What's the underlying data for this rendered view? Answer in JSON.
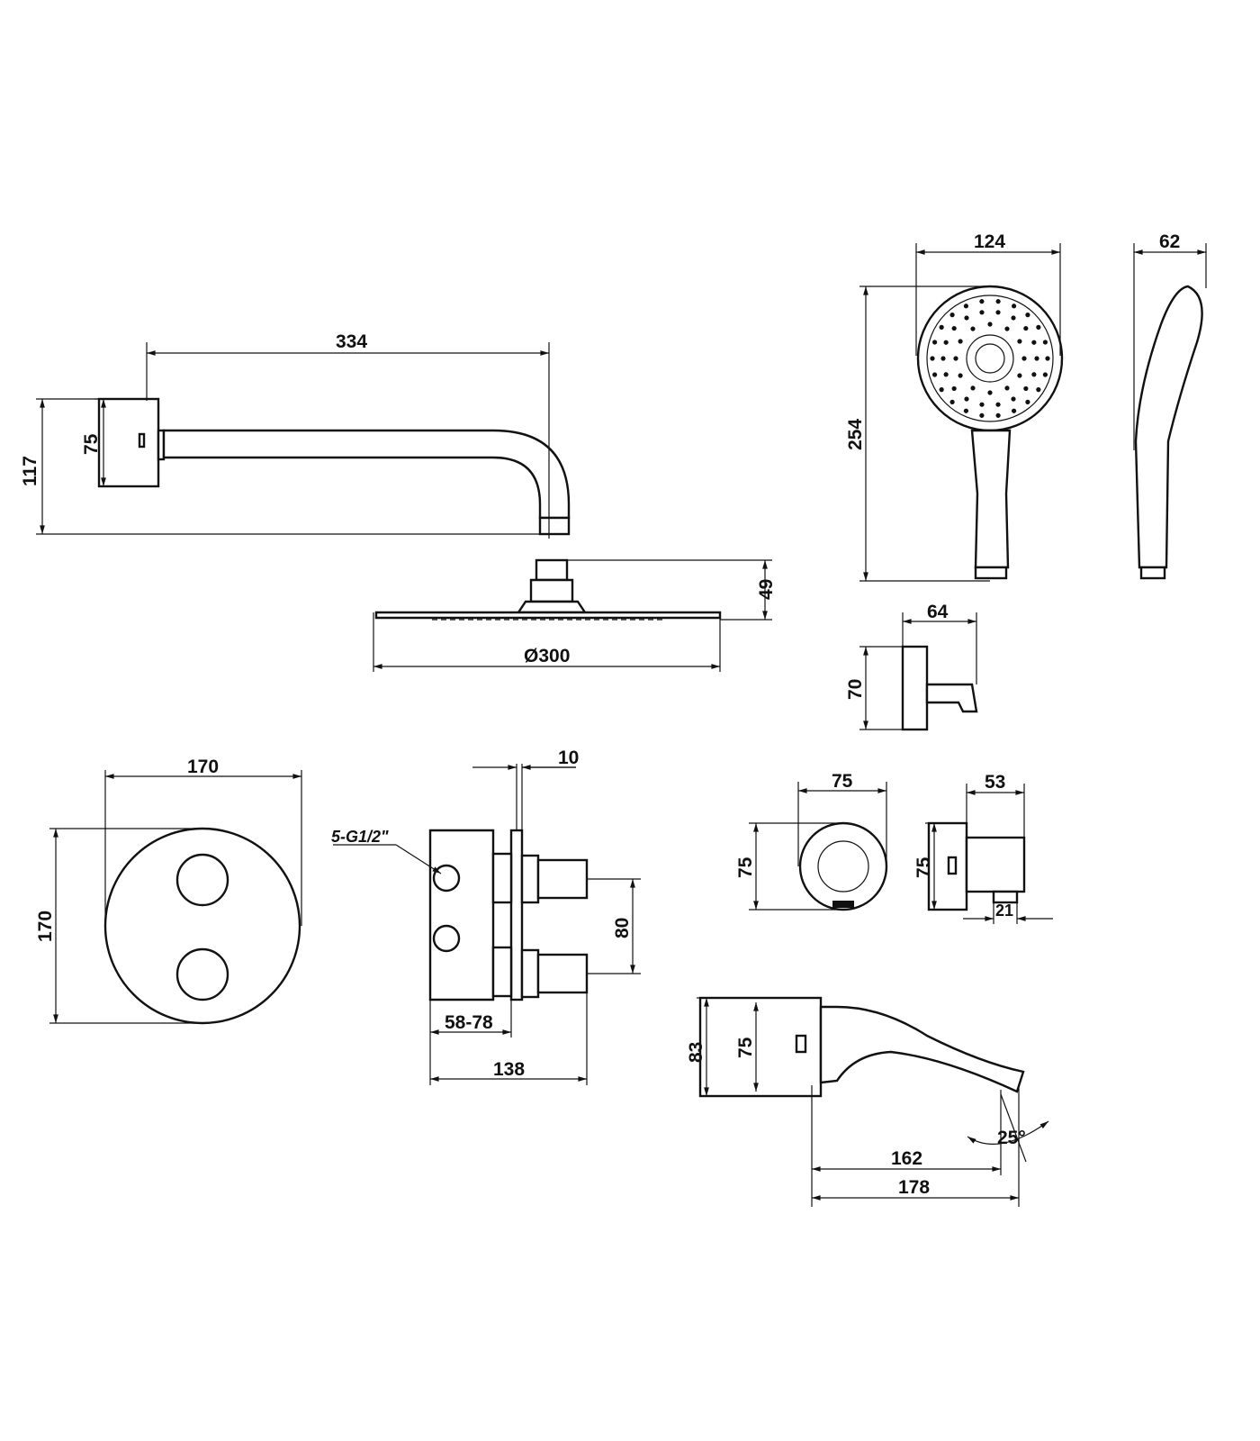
{
  "drawing": {
    "shower_arm": {
      "length": "334",
      "flange_height": "75",
      "total_height": "117"
    },
    "shower_head": {
      "height": "49",
      "diameter": "Ø300"
    },
    "hand_shower": {
      "width": "124",
      "depth": "62",
      "length": "254"
    },
    "holder": {
      "width": "64",
      "height": "70"
    },
    "thermostat_plate": {
      "width": "170",
      "height": "170"
    },
    "valve_body": {
      "plate_thickness": "10",
      "connections": "5-G1/2\"",
      "outlet_spacing": "80",
      "install_depth": "58-78",
      "total_depth": "138"
    },
    "wall_elbow": {
      "width": "75",
      "height": "75",
      "depth": "53",
      "side_height": "75",
      "outlet_offset": "21"
    },
    "bath_spout": {
      "total_height": "83",
      "flange_height": "75",
      "projection": "162",
      "total_length": "178",
      "angle": "25°"
    }
  }
}
